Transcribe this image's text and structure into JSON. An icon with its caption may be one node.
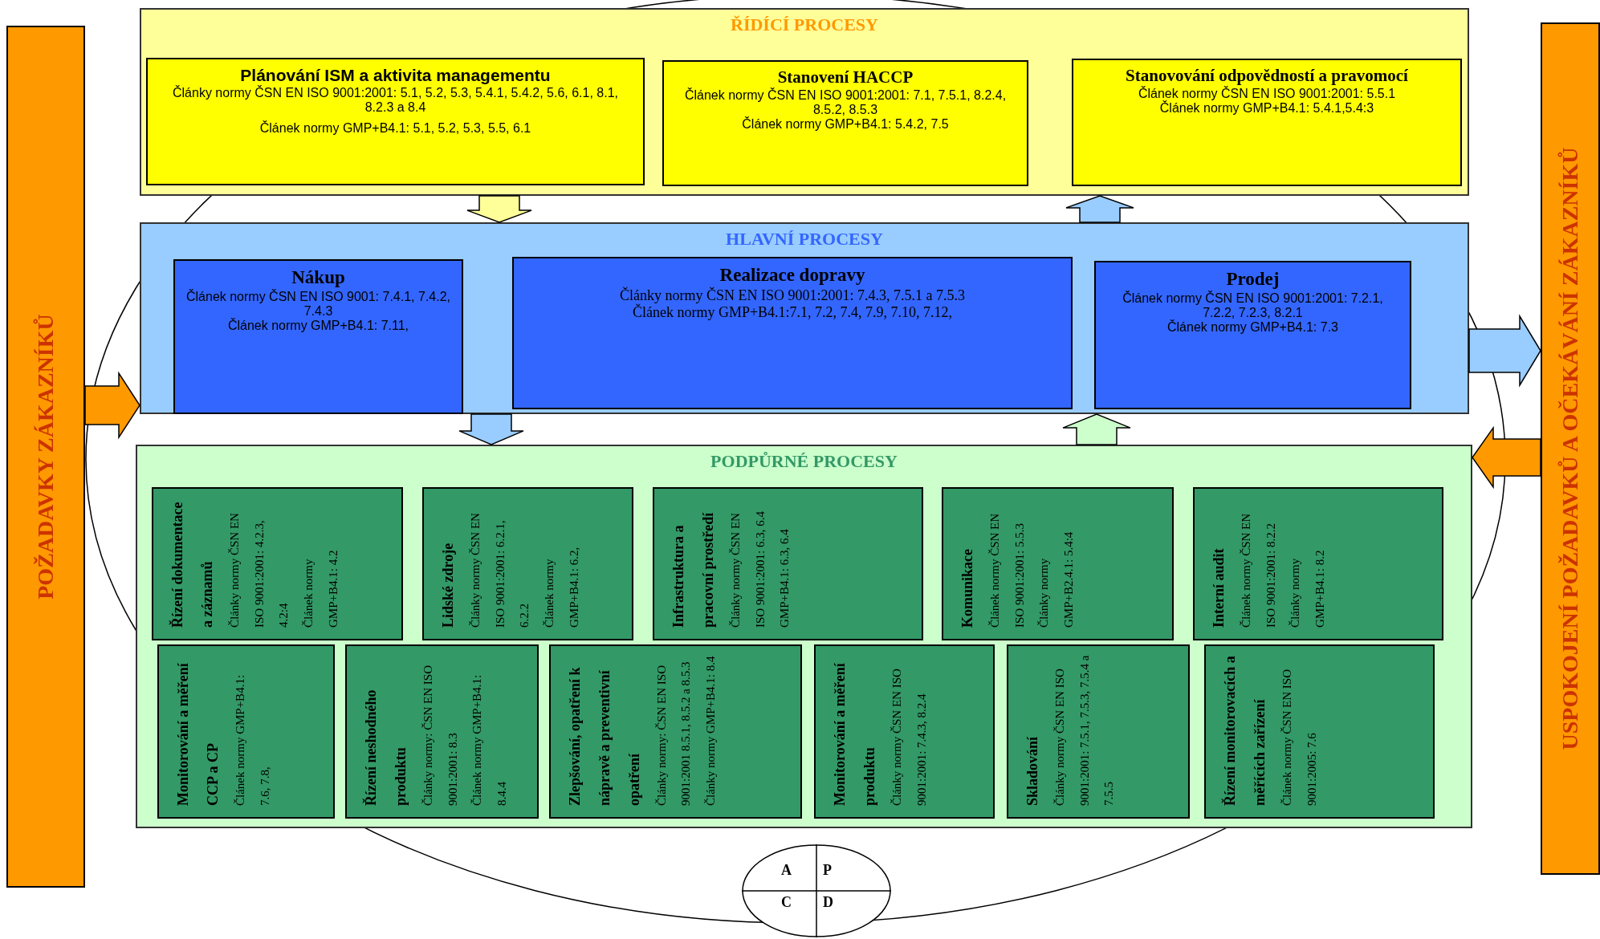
{
  "diagram": {
    "nodes": [
      {
        "text": [
          "POŽADAVKY ZÁKAZNÍKŮ"
        ]
      },
      {
        "text": [
          "ŘÍDÍCÍ PROCESY"
        ]
      },
      {
        "text": [
          "Plánování ISM a aktivita managementu",
          "Články normy ČSN EN ISO 9001:2001: 5.1, 5.2, 5.3, 5.4.1, 5.4.2, 5.6, 6.1, 8.1, 8.2.3 a 8.4",
          "Článek normy GMP+B4.1: 5.1, 5.2, 5.3, 5.5, 6.1"
        ],
        "in": 1
      },
      {
        "text": [
          "Stanovení HACCP",
          "Článek normy ČSN EN ISO 9001:2001: 7.1, 7.5.1, 8.2.4, 8.5.2, 8.5.3",
          "Článek normy GMP+B4.1: 5.4.2, 7.5"
        ],
        "in": 1
      },
      {
        "text": [
          "Stanovování odpovědností a pravomocí",
          "Článek normy ČSN EN ISO 9001:2001: 5.5.1",
          "Článek normy GMP+B4.1: 5.4.1,5.4:3"
        ],
        "in": 1
      },
      {
        "text": [
          "HLAVNÍ PROCESY"
        ]
      },
      {
        "text": [
          "Nákup",
          "Článek normy ČSN EN ISO 9001: 7.4.1, 7.4.2, 7.4.3",
          "Článek normy GMP+B4.1: 7.11,"
        ],
        "in": 5
      },
      {
        "text": [
          "Realizace dopravy",
          "Články normy ČSN EN ISO 9001:2001: 7.4.3, 7.5.1 a 7.5.3",
          "Článek normy GMP+B4.1:7.1, 7.2, 7.4, 7.9, 7.10, 7.12,"
        ],
        "in": 5
      },
      {
        "text": [
          "Prodej",
          "Článek normy ČSN EN ISO 9001:2001: 7.2.1, 7.2.2, 7.2.3, 8.2.1",
          "Článek normy GMP+B4.1: 7.3"
        ],
        "in": 5
      },
      {
        "text": [
          "PODPŮRNÉ PROCESY"
        ]
      },
      {
        "text": [
          "Řízení dokumentace a záznamů",
          "Články normy ČSN EN ISO 9001:2001: 4.2.3, 4.2:4",
          "Článek normy GMP+B4.1: 4.2"
        ],
        "in": 9
      },
      {
        "text": [
          "Lidské zdroje",
          "Články normy ČSN EN ISO 9001:2001: 6.2.1, 6.2.2",
          "Článek normy GMP+B4.1: 6.2,"
        ],
        "in": 9
      },
      {
        "text": [
          "Infrastruktura a pracovní prostředí",
          "Články normy ČSN EN ISO 9001:2001: 6.3, 6.4",
          "GMP+B4.1: 6.3, 6.4"
        ],
        "in": 9
      },
      {
        "text": [
          "Komunikace",
          "Článek normy ČSN EN ISO 9001:2001: 5.5.3",
          "Články normy GMP+B2.4.1: 5.4:4"
        ],
        "in": 9
      },
      {
        "text": [
          "Interní audit",
          "Článek normy ČSN EN ISO 9001:2001: 8.2.2",
          "Články normy GMP+B4.1: 8.2"
        ],
        "in": 9
      },
      {
        "text": [
          "Monitorování a měření CCP a CP",
          "Článek normy GMP+B4.1: 7.6, 7.8,"
        ],
        "in": 9
      },
      {
        "text": [
          "Řízení neshodného produktu",
          "Články normy: ČSN EN ISO 9001:2001: 8.3",
          "Článek normy GMP+B4.1: 8.4.4"
        ],
        "in": 9
      },
      {
        "text": [
          "Zlepšování, opatření k nápravě a preventivní opatření",
          "Články normy: ČSN EN ISO 9001:2001 8.5.1, 8.5.2 a 8.5.3",
          "Články normy GMP+B4.1: 8.4"
        ],
        "in": 9
      },
      {
        "text": [
          "Monitorování a měření produktu",
          "Články normy ČSN EN ISO 9001:2001: 7.4.3, 8.2.4"
        ],
        "in": 9
      },
      {
        "text": [
          "Skladování",
          "Články normy ČSN EN ISO 9001:2001: 7.5.1, 7.5.3, 7.5.4 a 7.5.5"
        ],
        "in": 9
      },
      {
        "text": [
          "Řízení monitorovacích a měřících zařízení",
          "Článek normy ČSN EN ISO 9001:2005: 7.6"
        ],
        "in": 9
      },
      {
        "text": [
          "USPOKOJENÍ POŽADAVKŮ A OČEKÁVÁNÍ ZÁKAZNÍKŮ"
        ]
      },
      {
        "text": [
          "A",
          "P",
          "C",
          "D"
        ]
      }
    ],
    "edges": [
      {
        "from": 1,
        "to": 5,
        "arrow": "to",
        "color": "#ffff99"
      },
      {
        "from": 5,
        "to": 1,
        "arrow": "to",
        "color": "#99ccff"
      },
      {
        "from": 5,
        "to": 9,
        "arrow": "to",
        "color": "#99ccff"
      },
      {
        "from": 9,
        "to": 5,
        "arrow": "to",
        "color": "#ccffcc"
      },
      {
        "from": 0,
        "to": 5,
        "arrow": "to",
        "color": "#ff9900"
      },
      {
        "from": 5,
        "to": 21,
        "arrow": "to",
        "color": "#99ccff"
      },
      {
        "from": 21,
        "to": 9,
        "arrow": "to",
        "color": "#ff9900"
      }
    ]
  }
}
